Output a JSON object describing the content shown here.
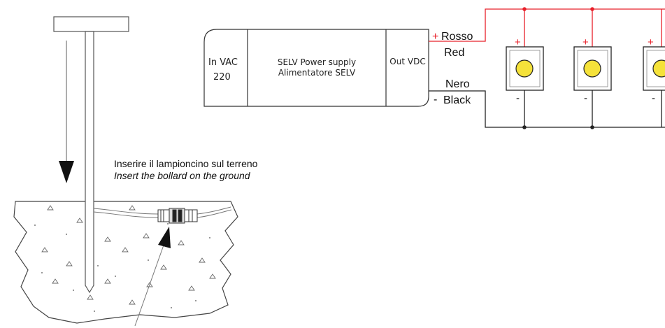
{
  "power_supply": {
    "input_label_line1": "In VAC",
    "input_label_line2": "220",
    "title_line1": "SELV Power supply",
    "title_line2": "Alimentatore SELV",
    "output_label": "Out VDC"
  },
  "wiring": {
    "positive_sign": "+",
    "negative_sign": "-",
    "positive_wire_it": "Rosso",
    "positive_wire_en": "Red",
    "negative_wire_it": "Nero",
    "negative_wire_en": "Black",
    "positive_color": "#e8202a",
    "negative_color": "#1a1a1a"
  },
  "lamps": [
    {
      "plus": "+",
      "minus": "-"
    },
    {
      "plus": "+",
      "minus": "-"
    },
    {
      "plus": "+",
      "minus": "-"
    }
  ],
  "lamp_color": "#f5e23a",
  "installation": {
    "instruction_it": "Inserire il lampioncino sul terreno",
    "instruction_en": "Insert the bollard on the ground"
  }
}
